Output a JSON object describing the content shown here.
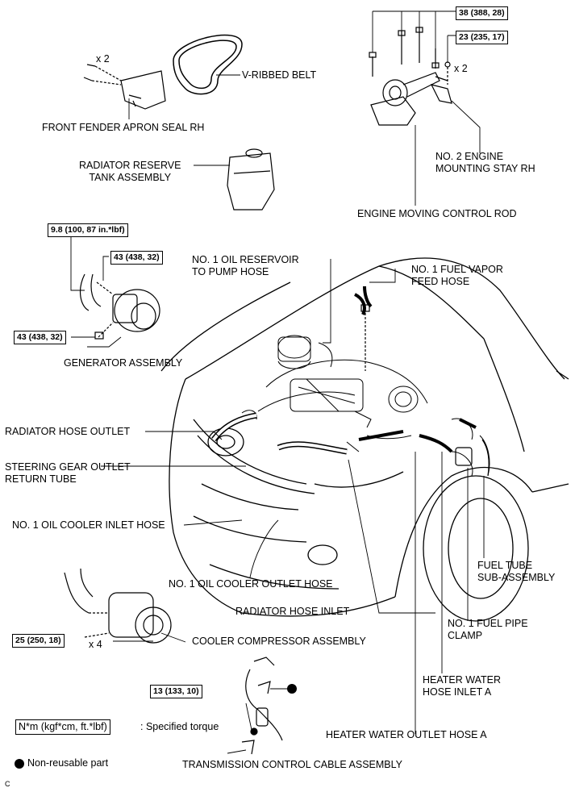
{
  "labels": {
    "front_fender_apron_seal": "FRONT FENDER APRON SEAL RH",
    "v_ribbed_belt": "V-RIBBED BELT",
    "radiator_reserve_tank": "RADIATOR RESERVE\nTANK ASSEMBLY",
    "no2_engine_mounting_stay": "NO. 2 ENGINE\nMOUNTING STAY RH",
    "engine_moving_control_rod": "ENGINE MOVING CONTROL ROD",
    "no1_oil_reservoir_hose": "NO. 1 OIL RESERVOIR\nTO PUMP HOSE",
    "no1_fuel_vapor_feed_hose": "NO. 1 FUEL VAPOR\nFEED HOSE",
    "generator_assembly": "GENERATOR ASSEMBLY",
    "radiator_hose_outlet": "RADIATOR HOSE OUTLET",
    "steering_gear_outlet": "STEERING GEAR OUTLET\nRETURN TUBE",
    "no1_oil_cooler_inlet_hose": "NO. 1 OIL COOLER INLET HOSE",
    "no1_oil_cooler_outlet_hose": "NO. 1 OIL COOLER OUTLET HOSE",
    "fuel_tube_sub_assembly": "FUEL TUBE\nSUB-ASSEMBLY",
    "radiator_hose_inlet": "RADIATOR HOSE INLET",
    "no1_fuel_pipe_clamp": "NO. 1 FUEL PIPE\nCLAMP",
    "cooler_compressor_assembly": "COOLER COMPRESSOR ASSEMBLY",
    "heater_water_hose_inlet_a": "HEATER WATER\nHOSE INLET A",
    "heater_water_outlet_hose_a": "HEATER WATER OUTLET HOSE A",
    "transmission_control_cable": "TRANSMISSION CONTROL CABLE ASSEMBLY"
  },
  "torques": {
    "t38": "38 (388, 28)",
    "t23": "23 (235, 17)",
    "t9_8": "9.8 (100, 87 in.*lbf)",
    "t43_top": "43 (438, 32)",
    "t43_bottom": "43 (438, 32)",
    "t25": "25 (250, 18)",
    "t13": "13 (133, 10)"
  },
  "quantities": {
    "apron_clips": "x 2",
    "stay_nuts": "x 2",
    "compressor_bolts": "x 4"
  },
  "legend": {
    "unit_box": "N*m (kgf*cm, ft.*lbf)",
    "unit_desc": ": Specified torque",
    "non_reusable": "Non-reusable part"
  },
  "corner_mark": "C"
}
